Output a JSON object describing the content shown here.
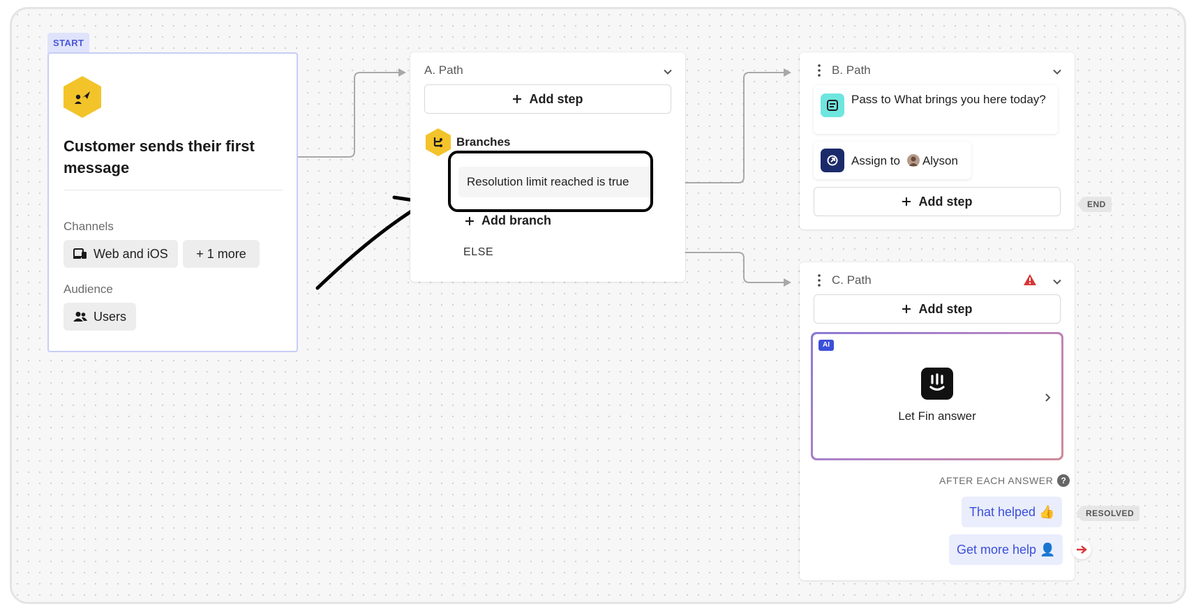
{
  "start": {
    "tag": "START",
    "title": "Customer sends their first message",
    "channels_label": "Channels",
    "channels": [
      "Web and iOS",
      "+ 1 more"
    ],
    "audience_label": "Audience",
    "audience": "Users",
    "icon": "trigger-icon"
  },
  "path_a": {
    "title": "A. Path",
    "add_step": "Add step",
    "branches_label": "Branches",
    "condition": "Resolution limit reached is true",
    "add_branch": "Add branch",
    "else_label": "ELSE"
  },
  "path_b": {
    "title": "B. Path",
    "pass_prefix": "Pass to",
    "pass_target": "What brings you here today?",
    "assign_prefix": "Assign to",
    "assign_target": "Alyson",
    "add_step": "Add step",
    "end_tag": "END"
  },
  "path_c": {
    "title": "C. Path",
    "add_step": "Add step",
    "ai_badge": "AI",
    "fin_label": "Let Fin answer",
    "after_label": "AFTER EACH ANSWER",
    "help_icon": "?",
    "answer_1": "That helped 👍",
    "answer_2": "Get more help 👤",
    "resolved_tag": "RESOLVED"
  },
  "colors": {
    "accent": "#3b4fd9",
    "start_border": "#c7cdf5",
    "yellow": "#f3c32a",
    "warning": "#d93636"
  }
}
